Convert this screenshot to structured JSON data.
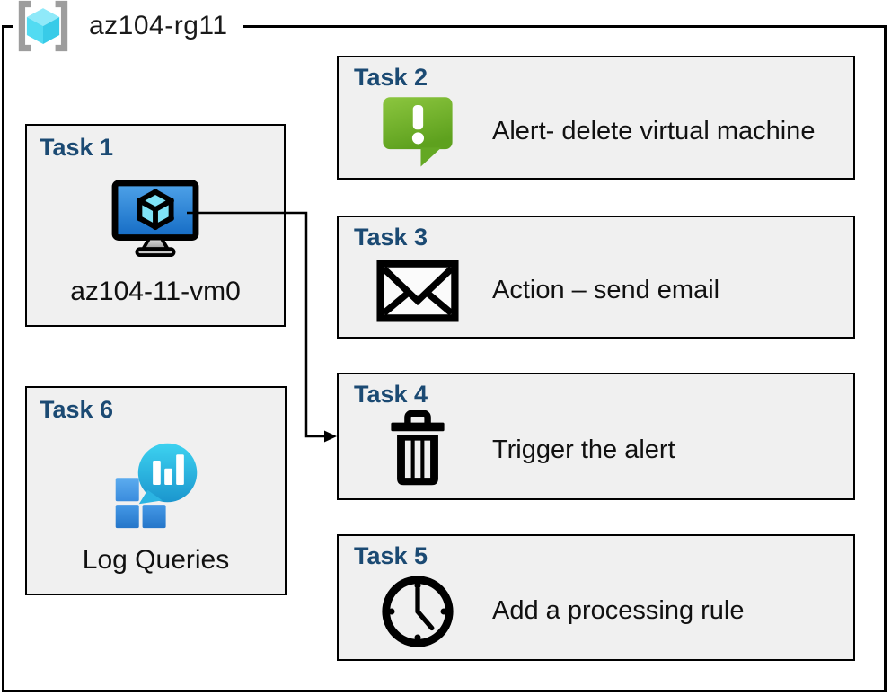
{
  "diagram": {
    "title": "az104-rg11",
    "tasks": [
      {
        "name": "Task 1",
        "label": "az104-11-vm0",
        "icon": "virtual-machine-icon"
      },
      {
        "name": "Task 2",
        "label": "Alert- delete virtual machine",
        "icon": "alert-icon"
      },
      {
        "name": "Task 3",
        "label": "Action – send email",
        "icon": "email-icon"
      },
      {
        "name": "Task 4",
        "label": "Trigger the alert",
        "icon": "trash-icon"
      },
      {
        "name": "Task 5",
        "label": "Add a processing rule",
        "icon": "clock-icon"
      },
      {
        "name": "Task 6",
        "label": "Log Queries",
        "icon": "log-queries-icon"
      }
    ],
    "connector": {
      "from": "task-1-virtual-machine",
      "to": "task-4"
    },
    "colors": {
      "task_header_blue": "#1b4a73",
      "box_fill": "#f0f0f0",
      "box_border": "#000000",
      "alert_green": "#76b82f",
      "vm_screen_blue": "#2e86d5",
      "log_bubble_teal": "#2bc0e4",
      "log_square_blue": "#3b8de0",
      "rg_cube_cyan": "#52dbf2",
      "rg_bracket_gray": "#9d9d9d"
    }
  }
}
